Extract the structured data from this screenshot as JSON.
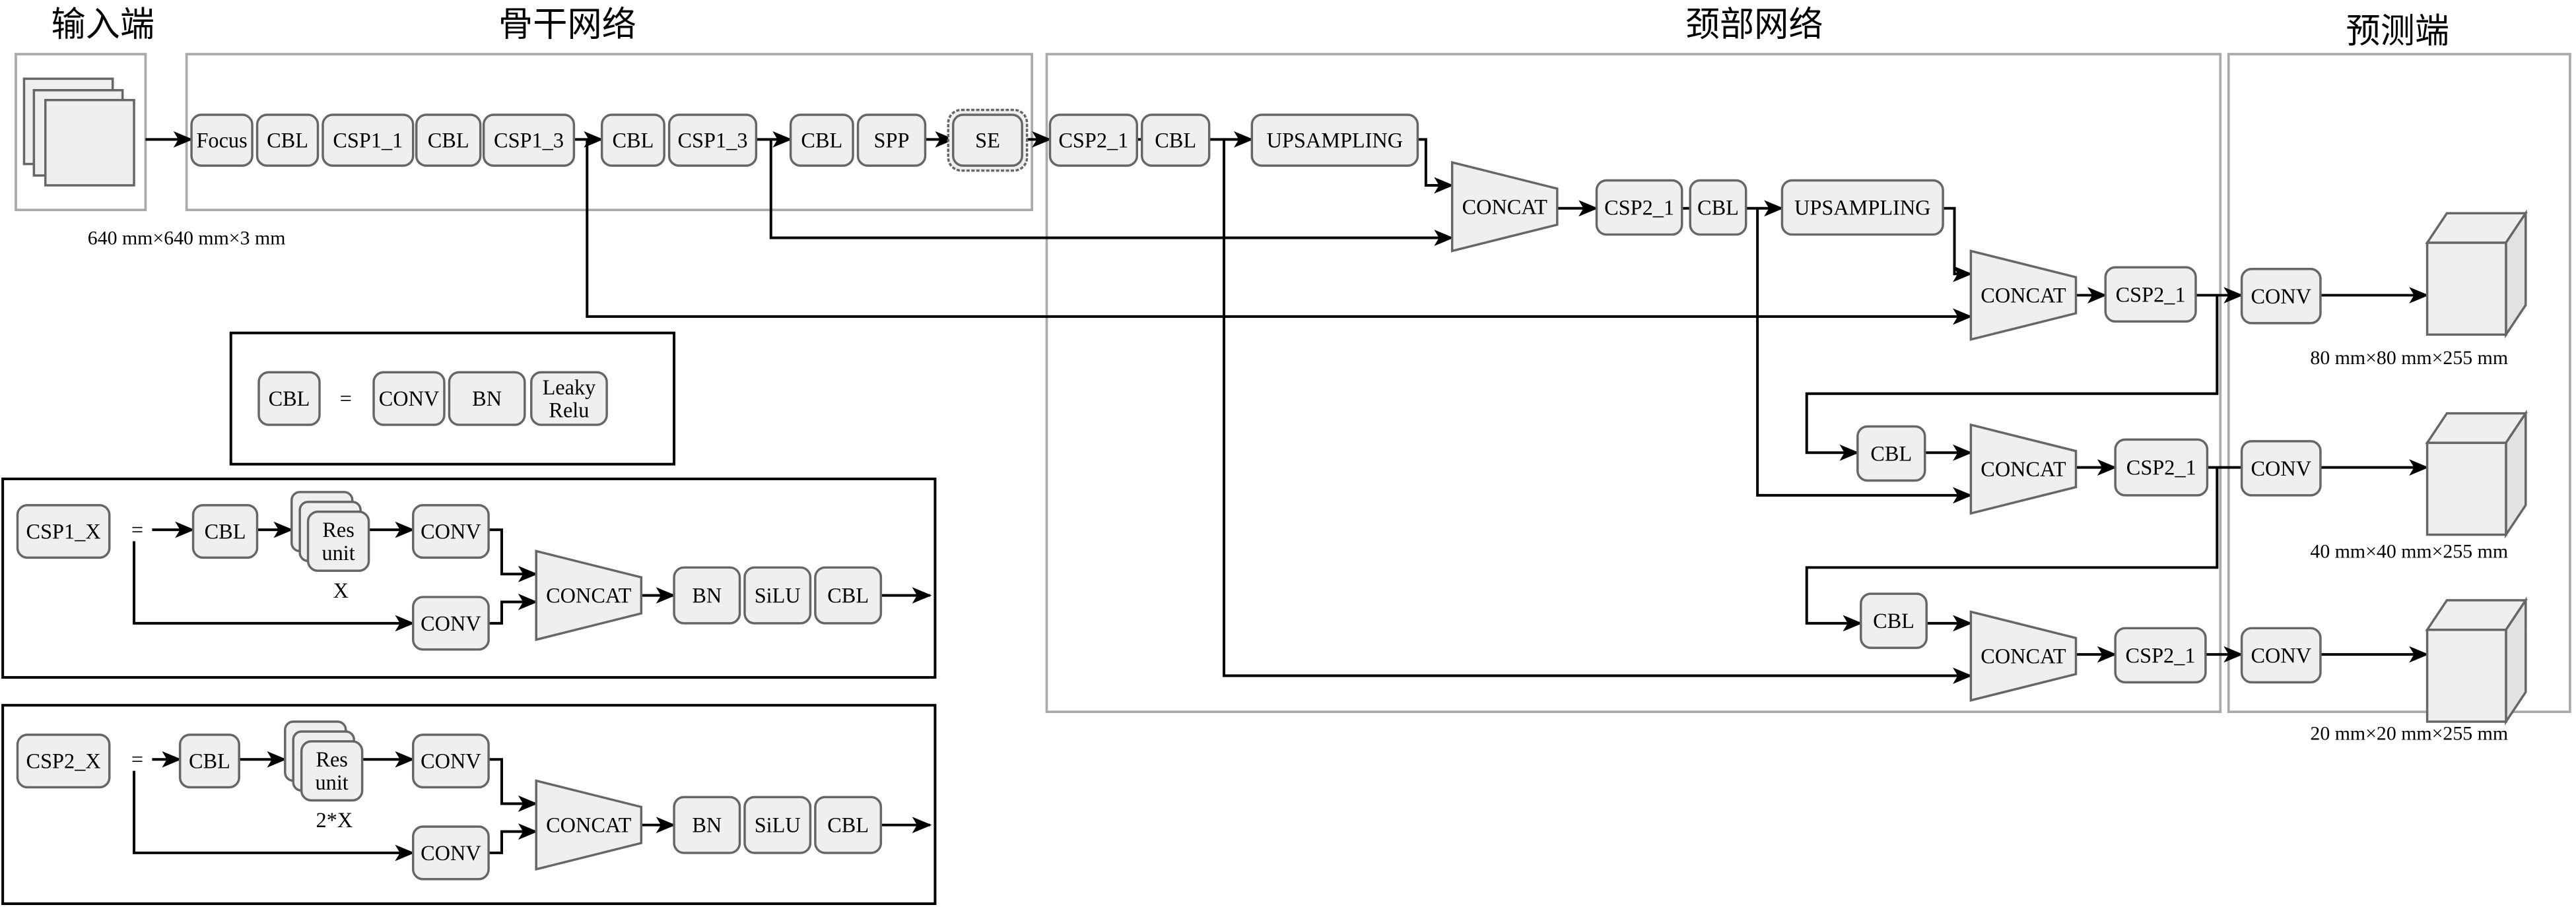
{
  "titles": {
    "input": "输入端",
    "backbone": "骨干网络",
    "neck": "颈部网络",
    "head": "预测端"
  },
  "input": {
    "size_label": "640 mm×640 mm×3 mm"
  },
  "backbone": {
    "blocks": [
      "Focus",
      "CBL",
      "CSP1_1",
      "CBL",
      "CSP1_3",
      "CBL",
      "CSP1_3",
      "CBL",
      "SPP",
      "SE"
    ]
  },
  "neck": {
    "top": [
      "CSP2_1",
      "CBL",
      "UPSAMPLING",
      "CONCAT",
      "CSP2_1",
      "CBL",
      "UPSAMPLING",
      "CONCAT",
      "CSP2_1"
    ],
    "row2": [
      "CBL",
      "CONCAT",
      "CSP2_1"
    ],
    "row3": [
      "CBL",
      "CONCAT",
      "CSP2_1"
    ]
  },
  "head": {
    "conv": [
      "CONV",
      "CONV",
      "CONV"
    ],
    "outputs": [
      "80 mm×80 mm×255 mm",
      "40 mm×40 mm×255 mm",
      "20 mm×20 mm×255 mm"
    ]
  },
  "legend_cbl": {
    "name": "CBL",
    "equals": "=",
    "parts": [
      "CONV",
      "BN",
      "Leaky",
      "Relu"
    ]
  },
  "legend_csp1": {
    "name": "CSP1_X",
    "equals": "=",
    "cbl": "CBL",
    "res": [
      "Res",
      "unit"
    ],
    "repeat": "X",
    "conv": "CONV",
    "concat": "CONCAT",
    "tail": [
      "BN",
      "SiLU",
      "CBL"
    ]
  },
  "legend_csp2": {
    "name": "CSP2_X",
    "equals": "=",
    "cbl": "CBL",
    "res": [
      "Res",
      "unit"
    ],
    "repeat": "2*X",
    "conv": "CONV",
    "concat": "CONCAT",
    "tail": [
      "BN",
      "SiLU",
      "CBL"
    ]
  },
  "colors": {
    "block_fill": "#efefef",
    "block_stroke": "#666666",
    "panel_stroke": "#aaaaaa"
  }
}
